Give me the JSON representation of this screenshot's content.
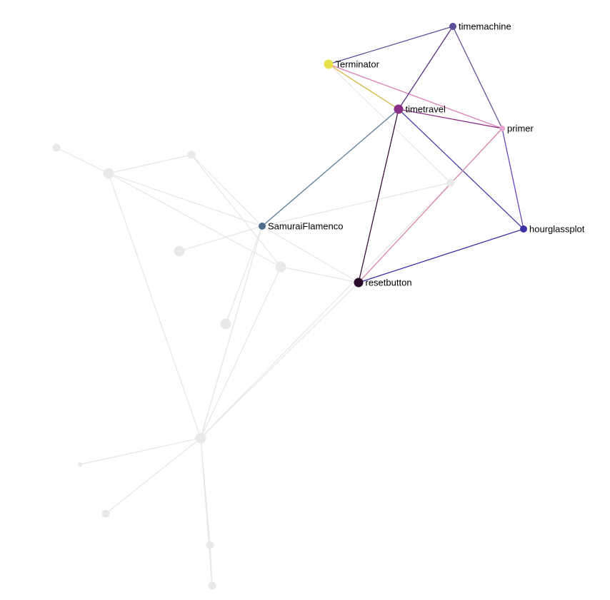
{
  "graph": {
    "colors": {
      "background": "#ffffff",
      "faded": "#e9e9e9",
      "faded_edge": "#e6e6e6",
      "label": "#000000"
    },
    "nodes": [
      {
        "id": "timemachine",
        "label": "timemachine",
        "color": "#5b4f98",
        "size": "medium"
      },
      {
        "id": "terminator",
        "label": "Terminator",
        "color": "#e6e34f",
        "size": "large"
      },
      {
        "id": "timetravel",
        "label": "timetravel",
        "color": "#8a2e86",
        "size": "large"
      },
      {
        "id": "primer",
        "label": "primer",
        "color": "#e2a6cf",
        "size": "small"
      },
      {
        "id": "hourglassplot",
        "label": "hourglassplot",
        "color": "#3c31a6",
        "size": "medium"
      },
      {
        "id": "samuraiflamenco",
        "label": "SamuraiFlamenco",
        "color": "#4c6e8c",
        "size": "medium"
      },
      {
        "id": "resetbutton",
        "label": "resetbutton",
        "color": "#2a0b2e",
        "size": "large"
      },
      {
        "id": "u1",
        "label": "",
        "color": "#e9e9e9",
        "size": "medium"
      },
      {
        "id": "u2",
        "label": "",
        "color": "#e9e9e9",
        "size": "large"
      },
      {
        "id": "u3",
        "label": "",
        "color": "#e9e9e9",
        "size": "medium"
      },
      {
        "id": "u4",
        "label": "",
        "color": "#e9e9e9",
        "size": "medium"
      },
      {
        "id": "u5",
        "label": "",
        "color": "#e9e9e9",
        "size": "large"
      },
      {
        "id": "u6",
        "label": "",
        "color": "#e9e9e9",
        "size": "large"
      },
      {
        "id": "u7",
        "label": "",
        "color": "#e9e9e9",
        "size": "large"
      },
      {
        "id": "u8",
        "label": "",
        "color": "#e9e9e9",
        "size": "large"
      },
      {
        "id": "u9",
        "label": "",
        "color": "#e9e9e9",
        "size": "tiny"
      },
      {
        "id": "u10",
        "label": "",
        "color": "#e9e9e9",
        "size": "medium"
      },
      {
        "id": "u11",
        "label": "",
        "color": "#e9e9e9",
        "size": "medium"
      },
      {
        "id": "u12",
        "label": "",
        "color": "#e9e9e9",
        "size": "medium"
      },
      {
        "id": "u13",
        "label": "",
        "color": "#e9e9e9",
        "size": "large"
      }
    ],
    "edges": [
      {
        "source": "terminator",
        "target": "timemachine",
        "color": "#5b4f98"
      },
      {
        "source": "terminator",
        "target": "timetravel",
        "color": "#d3b23a"
      },
      {
        "source": "terminator",
        "target": "primer",
        "color": "#d87fb8"
      },
      {
        "source": "timemachine",
        "target": "timetravel",
        "color": "#5a2f80"
      },
      {
        "source": "timemachine",
        "target": "primer",
        "color": "#6a4f96"
      },
      {
        "source": "timetravel",
        "target": "primer",
        "color": "#8a2e86"
      },
      {
        "source": "timetravel",
        "target": "hourglassplot",
        "color": "#4b3fa8"
      },
      {
        "source": "timetravel",
        "target": "samuraiflamenco",
        "color": "#5a7898"
      },
      {
        "source": "timetravel",
        "target": "resetbutton",
        "color": "#3d0f3f"
      },
      {
        "source": "primer",
        "target": "hourglassplot",
        "color": "#6a48c0"
      },
      {
        "source": "primer",
        "target": "resetbutton",
        "color": "#d782ad"
      },
      {
        "source": "hourglassplot",
        "target": "resetbutton",
        "color": "#3c31a6"
      },
      {
        "source": "terminator",
        "target": "u3",
        "color": "#e6e6e6"
      },
      {
        "source": "samuraiflamenco",
        "target": "u2",
        "color": "#e6e6e6"
      },
      {
        "source": "samuraiflamenco",
        "target": "u4",
        "color": "#e6e6e6"
      },
      {
        "source": "samuraiflamenco",
        "target": "u3",
        "color": "#e6e6e6"
      },
      {
        "source": "samuraiflamenco",
        "target": "u13",
        "color": "#e6e6e6"
      },
      {
        "source": "samuraiflamenco",
        "target": "u5",
        "color": "#e6e6e6"
      },
      {
        "source": "samuraiflamenco",
        "target": "u7",
        "color": "#e6e6e6"
      },
      {
        "source": "samuraiflamenco",
        "target": "resetbutton",
        "color": "#e6e6e6"
      },
      {
        "source": "u1",
        "target": "u2",
        "color": "#e6e6e6"
      },
      {
        "source": "u2",
        "target": "u4",
        "color": "#e6e6e6"
      },
      {
        "source": "u4",
        "target": "u6",
        "color": "#e6e6e6"
      },
      {
        "source": "u2",
        "target": "u6",
        "color": "#e6e6e6"
      },
      {
        "source": "u2",
        "target": "u7",
        "color": "#e6e6e6"
      },
      {
        "source": "u3",
        "target": "u7",
        "color": "#e6e6e6"
      },
      {
        "source": "u6",
        "target": "resetbutton",
        "color": "#e6e6e6"
      },
      {
        "source": "u6",
        "target": "u7",
        "color": "#e6e6e6"
      },
      {
        "source": "u7",
        "target": "resetbutton",
        "color": "#e6e6e6"
      },
      {
        "source": "u7",
        "target": "u9",
        "color": "#e6e6e6"
      },
      {
        "source": "u7",
        "target": "u10",
        "color": "#e6e6e6"
      },
      {
        "source": "u7",
        "target": "u11",
        "color": "#e6e6e6"
      },
      {
        "source": "u11",
        "target": "u12",
        "color": "#e6e6e6"
      },
      {
        "source": "u7",
        "target": "u12",
        "color": "#e6e6e6"
      },
      {
        "source": "u8",
        "target": "samuraiflamenco",
        "color": "#e6e6e6"
      }
    ]
  }
}
